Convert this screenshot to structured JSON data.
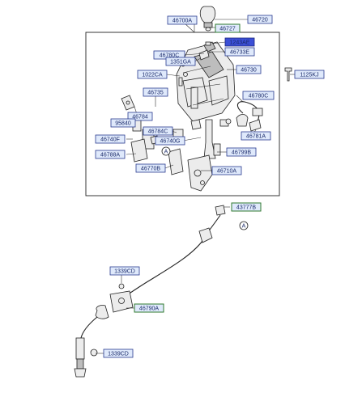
{
  "labels": [
    {
      "key": "46700A",
      "text": "46700A"
    },
    {
      "key": "46720",
      "text": "46720"
    },
    {
      "key": "46727",
      "text": "46727"
    },
    {
      "key": "1243AE",
      "text": "1243AE"
    },
    {
      "key": "46733E",
      "text": "46733E"
    },
    {
      "key": "46780C_a",
      "text": "46780C"
    },
    {
      "key": "1351GA",
      "text": "1351GA"
    },
    {
      "key": "46730",
      "text": "46730"
    },
    {
      "key": "1022CA",
      "text": "1022CA"
    },
    {
      "key": "1125KJ",
      "text": "1125KJ"
    },
    {
      "key": "46735",
      "text": "46735"
    },
    {
      "key": "46780C_b",
      "text": "46780C"
    },
    {
      "key": "46784",
      "text": "46784"
    },
    {
      "key": "95840",
      "text": "95840"
    },
    {
      "key": "46784C",
      "text": "46784C"
    },
    {
      "key": "46781A",
      "text": "46781A"
    },
    {
      "key": "46740F",
      "text": "46740F"
    },
    {
      "key": "46740G",
      "text": "46740G"
    },
    {
      "key": "46788A",
      "text": "46788A"
    },
    {
      "key": "46799B",
      "text": "46799B"
    },
    {
      "key": "46770B",
      "text": "46770B"
    },
    {
      "key": "46710A",
      "text": "46710A"
    },
    {
      "key": "43777B",
      "text": "43777B"
    },
    {
      "key": "1339CD_a",
      "text": "1339CD"
    },
    {
      "key": "46790A",
      "text": "46790A"
    },
    {
      "key": "1339CD_b",
      "text": "1339CD"
    }
  ],
  "callouts": {
    "A1": "A",
    "A2": "A"
  }
}
